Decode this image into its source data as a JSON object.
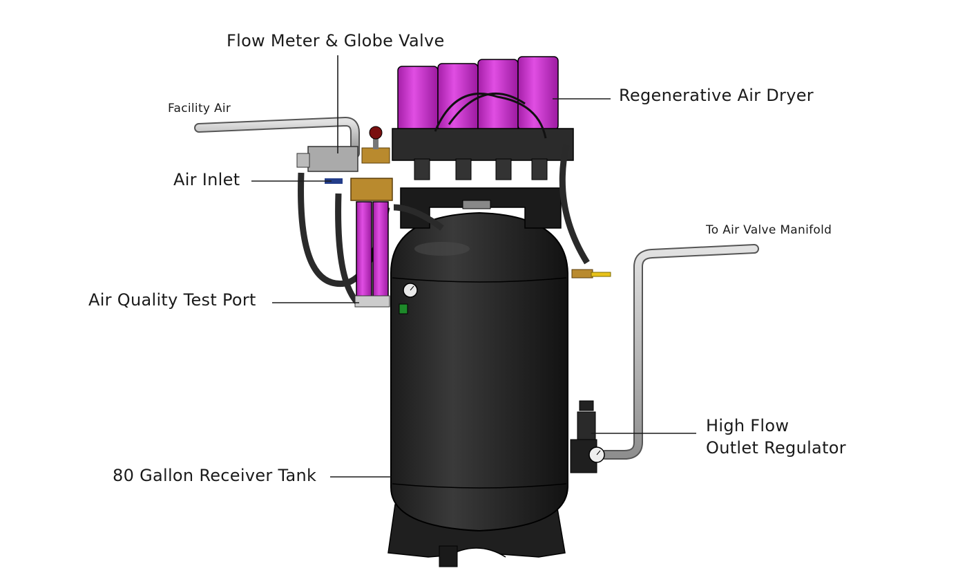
{
  "labels": {
    "flow_meter": "Flow Meter & Globe Valve",
    "air_dryer": "Regenerative Air Dryer",
    "facility_air": "Facility Air",
    "air_inlet": "Air Inlet",
    "to_manifold": "To Air Valve Manifold",
    "test_port": "Air Quality Test Port",
    "regulator_line1": "High Flow",
    "regulator_line2": "Outlet Regulator",
    "tank": "80 Gallon Receiver Tank"
  },
  "colors": {
    "tank": "#2b2b2b",
    "filter_magenta": "#d22fd2",
    "pipe": "#b9b9b9",
    "brass": "#b98a2e",
    "leader_line": "#1a1a1a"
  }
}
